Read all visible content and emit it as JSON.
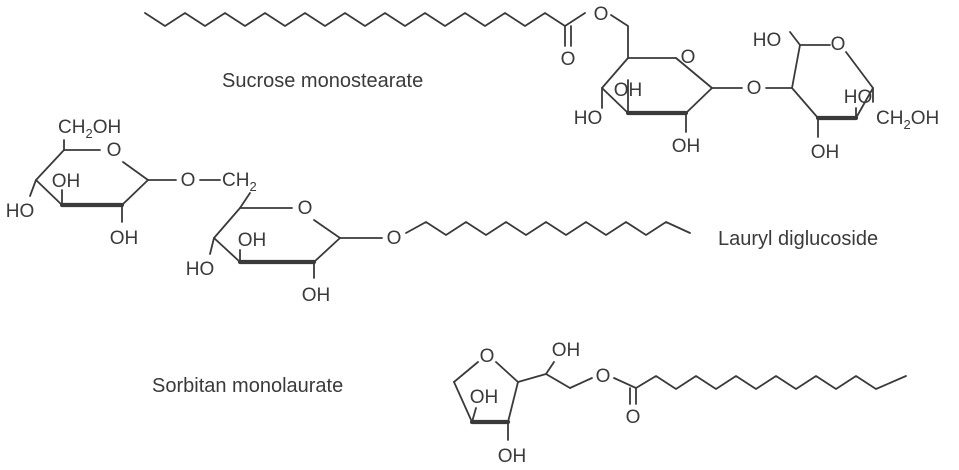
{
  "compounds": [
    {
      "name": "Sucrose monostearate"
    },
    {
      "name": "Lauryl diglucoside"
    },
    {
      "name": "Sorbitan monolaurate"
    }
  ],
  "atoms": {
    "O": "O",
    "OH": "OH",
    "HO": "HO",
    "CH": "CH",
    "two": "2",
    "CH2_suffix": "OH"
  }
}
